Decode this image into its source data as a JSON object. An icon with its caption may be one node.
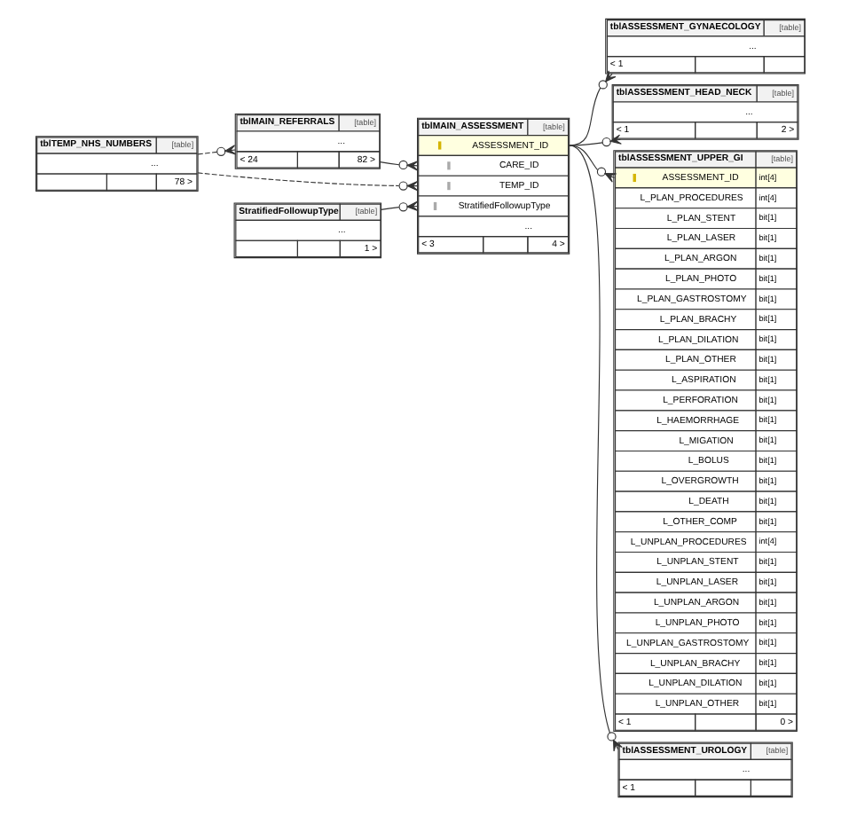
{
  "diagram": {
    "nodes": [
      {
        "text": [
          "tblTEMP_NHS_NUMBERS",
          "[table]",
          "...",
          "78 >"
        ]
      },
      {
        "text": [
          "tblMAIN_REFERRALS",
          "[table]",
          "...",
          "< 24",
          "82 >"
        ]
      },
      {
        "text": [
          "StratifiedFollowupType",
          "[table]",
          "...",
          "1 >"
        ]
      },
      {
        "text": [
          "tblMAIN_ASSESSMENT",
          "[table]",
          "ASSESSMENT_ID",
          "CARE_ID",
          "TEMP_ID",
          "StratifiedFollowupType",
          "...",
          "< 3",
          "4 >"
        ]
      },
      {
        "text": [
          "tblASSESSMENT_GYNAECOLOGY",
          "[table]",
          "...",
          "< 1"
        ]
      },
      {
        "text": [
          "tblASSESSMENT_HEAD_NECK",
          "[table]",
          "...",
          "< 1",
          "2 >"
        ]
      },
      {
        "text": [
          "tblASSESSMENT_UPPER_GI",
          "[table]",
          "ASSESSMENT_ID",
          "int[4]",
          "L_PLAN_PROCEDURES",
          "int[4]",
          "L_PLAN_STENT",
          "bit[1]",
          "L_PLAN_LASER",
          "bit[1]",
          "L_PLAN_ARGON",
          "bit[1]",
          "L_PLAN_PHOTO",
          "bit[1]",
          "L_PLAN_GASTROSTOMY",
          "bit[1]",
          "L_PLAN_BRACHY",
          "bit[1]",
          "L_PLAN_DILATION",
          "bit[1]",
          "L_PLAN_OTHER",
          "bit[1]",
          "L_ASPIRATION",
          "bit[1]",
          "L_PERFORATION",
          "bit[1]",
          "L_HAEMORRHAGE",
          "bit[1]",
          "L_MIGATION",
          "bit[1]",
          "L_BOLUS",
          "bit[1]",
          "L_OVERGROWTH",
          "bit[1]",
          "L_DEATH",
          "bit[1]",
          "L_OTHER_COMP",
          "bit[1]",
          "L_UNPLAN_PROCEDURES",
          "int[4]",
          "L_UNPLAN_STENT",
          "bit[1]",
          "L_UNPLAN_LASER",
          "bit[1]",
          "L_UNPLAN_ARGON",
          "bit[1]",
          "L_UNPLAN_PHOTO",
          "bit[1]",
          "L_UNPLAN_GASTROSTOMY",
          "bit[1]",
          "L_UNPLAN_BRACHY",
          "bit[1]",
          "L_UNPLAN_DILATION",
          "bit[1]",
          "L_UNPLAN_OTHER",
          "bit[1]",
          "< 1",
          "0 >"
        ]
      },
      {
        "text": [
          "tblASSESSMENT_UROLOGY",
          "[table]",
          "...",
          "< 1"
        ]
      }
    ],
    "edges": [
      {
        "from": 0,
        "to": 1,
        "arrow": "other",
        "style": "dashed"
      },
      {
        "from": 0,
        "to": 3,
        "arrow": "other",
        "style": "dashed"
      },
      {
        "from": 1,
        "to": 3,
        "arrow": "other"
      },
      {
        "from": 2,
        "to": 3,
        "arrow": "other"
      },
      {
        "from": 3,
        "to": 4,
        "arrow": "other"
      },
      {
        "from": 3,
        "to": 5,
        "arrow": "other"
      },
      {
        "from": 3,
        "to": 6,
        "arrow": "other"
      },
      {
        "from": 3,
        "to": 7,
        "arrow": "other"
      }
    ]
  }
}
